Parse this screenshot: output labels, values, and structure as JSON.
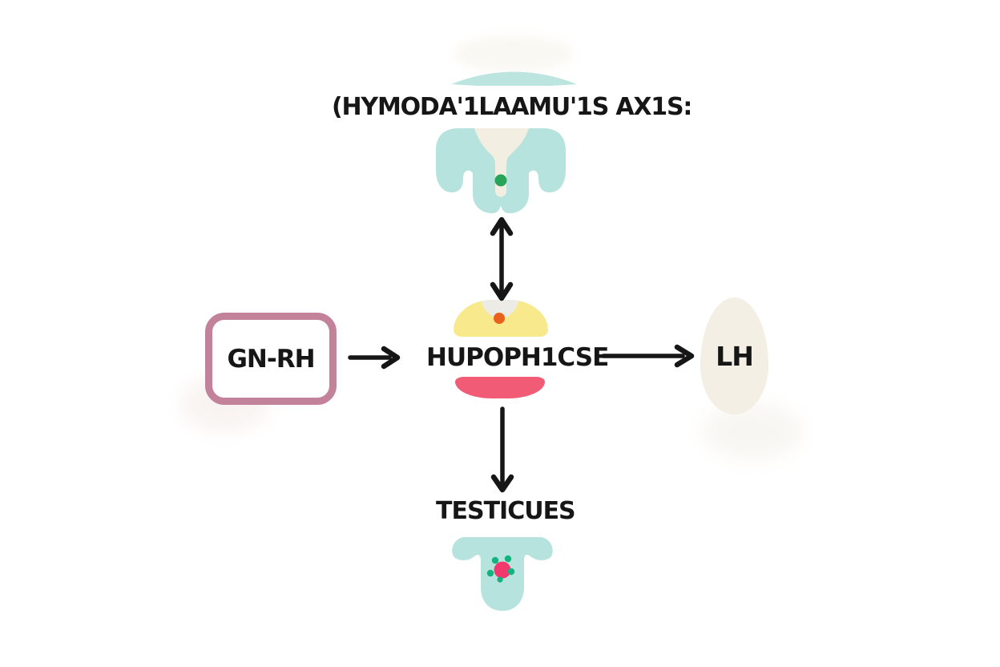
{
  "title": "(HYMODA'1LAAMU'1S AX1S:",
  "nodes": {
    "gnrh": {
      "label": "GN-RH"
    },
    "pituitary": {
      "label": "HUPOPH1CSE"
    },
    "lh": {
      "label": "LH"
    },
    "testes": {
      "label": "TESTICUES"
    }
  },
  "colors": {
    "teal": "#b7e3de",
    "teal_light": "#bce5e0",
    "cream": "#f2eee1",
    "green_dot": "#27a457",
    "yellow": "#f7e98c",
    "notch": "#edebe6",
    "orange_dot": "#e9611d",
    "pink_crescent": "#f15b76",
    "egg_beige": "#f3efe4",
    "box_border": "#c2829a",
    "pink_dot": "#f1396e",
    "mini_dot_green": "#12b37f",
    "arrow": "#161616"
  }
}
